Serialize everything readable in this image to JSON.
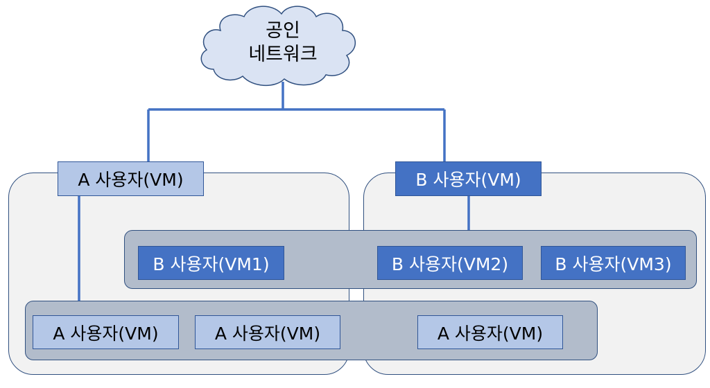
{
  "cloud": {
    "line1": "공인",
    "line2": "네트워크"
  },
  "a_host": {
    "label": "A 사용자(VM)"
  },
  "b_host": {
    "label": "B 사용자(VM)"
  },
  "b_vms": [
    {
      "label": "B 사용자(VM1)"
    },
    {
      "label": "B 사용자(VM2)"
    },
    {
      "label": "B 사용자(VM3)"
    }
  ],
  "a_vms": [
    {
      "label": "A 사용자(VM)"
    },
    {
      "label": "A 사용자(VM)"
    },
    {
      "label": "A 사용자(VM)"
    }
  ],
  "colors": {
    "a_fill": "#b4c7e7",
    "b_fill": "#4472c4",
    "line": "#4472c4",
    "zone_fill": "#f2f2f2",
    "band_fill": "#b2bccb",
    "cloud_fill": "#dae3f3"
  }
}
